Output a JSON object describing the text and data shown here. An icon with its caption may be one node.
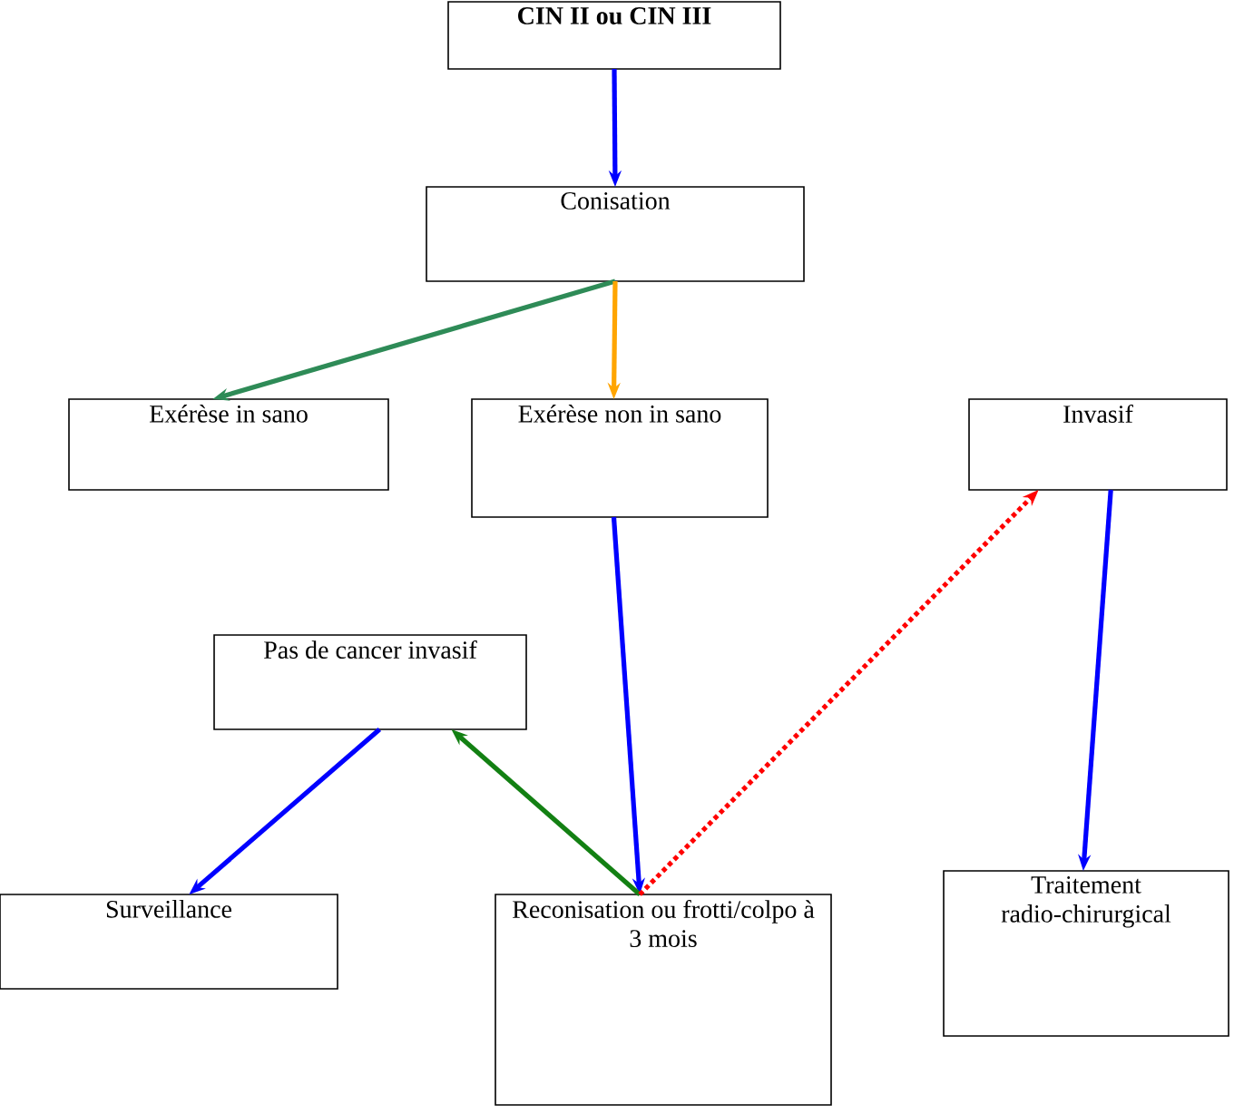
{
  "diagram": {
    "nodes": [
      {
        "text": [
          "CIN II ou CIN III"
        ]
      },
      {
        "text": [
          "Conisation"
        ]
      },
      {
        "text": [
          "Exérèse in sano"
        ]
      },
      {
        "text": [
          "Exérèse non in sano"
        ]
      },
      {
        "text": [
          "Invasif"
        ]
      },
      {
        "text": [
          "Pas de cancer invasif"
        ]
      },
      {
        "text": [
          "Surveillance"
        ]
      },
      {
        "text": [
          "Reconisation ou frotti/colpo à 3 mois"
        ]
      },
      {
        "text": [
          "Traitement radio-chirurgical"
        ]
      }
    ],
    "edges": [
      {
        "from": 0,
        "to": 1,
        "arrow": "to"
      },
      {
        "from": 1,
        "to": 2,
        "arrow": "to",
        "color": "#2e8b57"
      },
      {
        "from": 1,
        "to": 3,
        "arrow": "to",
        "color": "#ffa500"
      },
      {
        "from": 3,
        "to": 7,
        "arrow": "to"
      },
      {
        "from": 7,
        "to": 5,
        "arrow": "to",
        "color": "#138013"
      },
      {
        "from": 5,
        "to": 6,
        "arrow": "to"
      },
      {
        "from": 7,
        "to": 4,
        "arrow": "to",
        "style": "dashed",
        "color": "#ff0000"
      },
      {
        "from": 4,
        "to": 8,
        "arrow": "to"
      }
    ]
  }
}
